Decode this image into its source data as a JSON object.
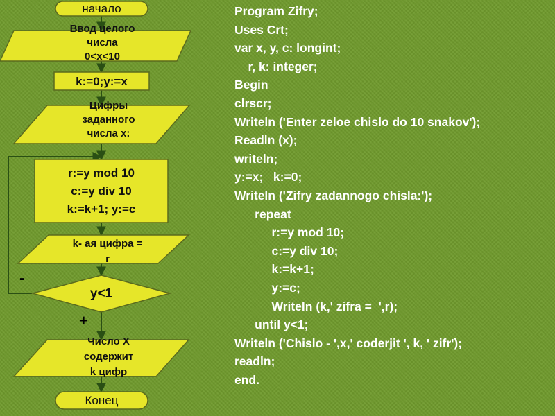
{
  "flowchart": {
    "start": "начало",
    "input": [
      "Ввод целого",
      "числа",
      "0<x<10"
    ],
    "init": "k:=0;y:=x",
    "digits_output": [
      "Цифры",
      "заданного",
      "числа x:"
    ],
    "loop_body": [
      "r:=y mod 10",
      "c:=y div 10",
      "k:=k+1; y:=c"
    ],
    "digit_output": [
      "k- ая цифра =",
      "r"
    ],
    "condition": "y<1",
    "branch_no": "-",
    "branch_yes": "+",
    "result_output": [
      "Число X",
      "содержит",
      "k цифр"
    ],
    "end": "Конец"
  },
  "colors": {
    "background": "#6f9a2c",
    "shape_fill": "#e6e629",
    "shape_border": "#5a6a1e",
    "arrow": "#2a4f14",
    "code_text": "#ffffff"
  },
  "code": {
    "lines": [
      "Program Zifry;",
      "Uses Crt;",
      "var x, y, c: longint;",
      "    r, k: integer;",
      "Begin",
      "clrscr;",
      "Writeln ('Enter zeloe chislo do 10 snakov');",
      "Readln (x);",
      "writeln;",
      "y:=x;   k:=0;",
      "Writeln ('Zifry zadannogo chisla:');",
      "      repeat",
      "           r:=y mod 10;",
      "           c:=y div 10;",
      "           k:=k+1;",
      "           y:=c;",
      "           Writeln (k,' zifra =  ',r);",
      "      until y<1;",
      "Writeln ('Chislo - ',x,' coderjit ', k, ' zifr');",
      "readln;",
      "end."
    ]
  }
}
